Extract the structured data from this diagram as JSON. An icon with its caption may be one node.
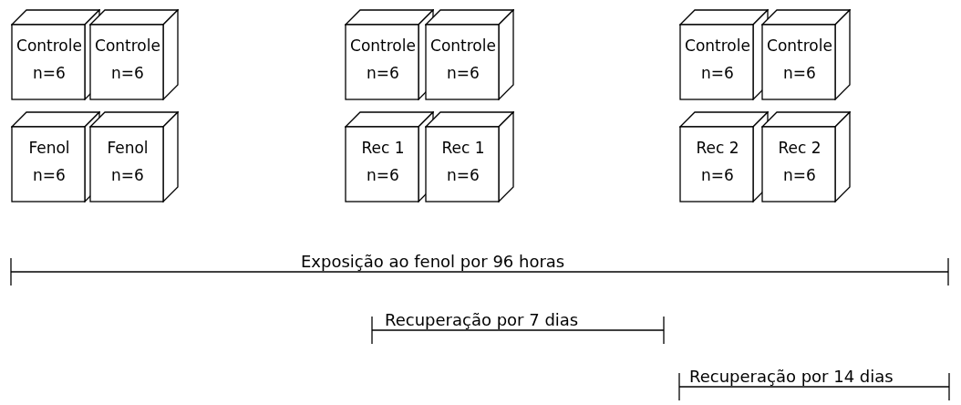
{
  "diagram": {
    "nodes": [
      {
        "text": [
          "Controle",
          "n=6"
        ]
      },
      {
        "text": [
          "Controle",
          "n=6"
        ]
      },
      {
        "text": [
          "Controle",
          "n=6"
        ]
      },
      {
        "text": [
          "Controle",
          "n=6"
        ]
      },
      {
        "text": [
          "Controle",
          "n=6"
        ]
      },
      {
        "text": [
          "Controle",
          "n=6"
        ]
      },
      {
        "text": [
          "Fenol",
          "n=6"
        ]
      },
      {
        "text": [
          "Fenol",
          "n=6"
        ]
      },
      {
        "text": [
          "Rec 1",
          "n=6"
        ]
      },
      {
        "text": [
          "Rec 1",
          "n=6"
        ]
      },
      {
        "text": [
          "Rec 2",
          "n=6"
        ]
      },
      {
        "text": [
          "Rec 2",
          "n=6"
        ]
      }
    ],
    "labels": [
      "Exposição ao fenol por 96 horas",
      "Recuperação por 7 dias",
      "Recuperação por 14 dias"
    ]
  }
}
